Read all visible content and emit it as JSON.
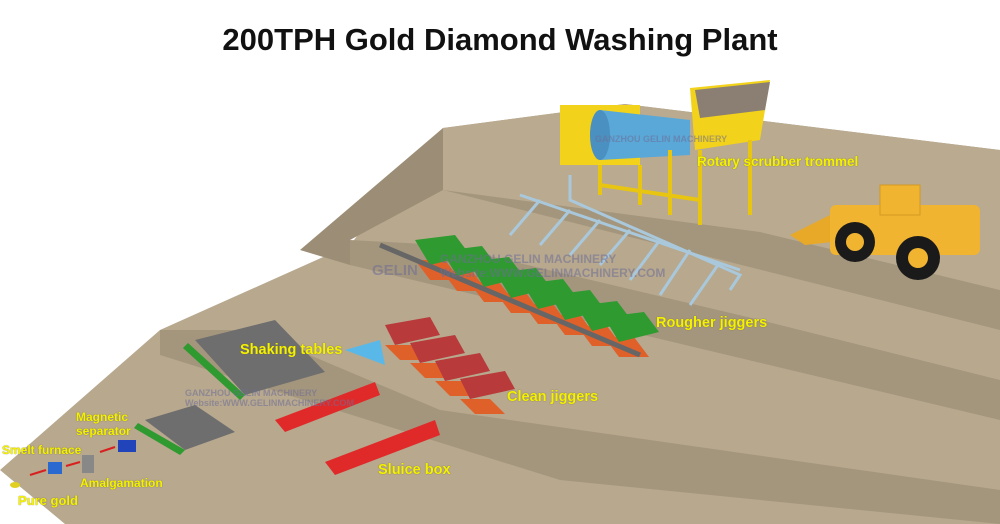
{
  "title": "200TPH Gold Diamond Washing Plant",
  "labels": {
    "trommel": "Rotary scrubber trommel",
    "rougher": "Rougher jiggers",
    "shaking": "Shaking tables",
    "clean": "Clean jiggers",
    "sluice": "Sluice box",
    "magnetic_1": "Magnetic",
    "magnetic_2": "separator",
    "smelt": "Smelt furnace",
    "amalgamation": "Amalgamation",
    "pure_gold": "Pure gold"
  },
  "watermark": {
    "company": "GANZHOU GELIN MACHINERY",
    "website": "Website:WWW.GELINMACHINERY.COM",
    "logo": "GELIN"
  },
  "colors": {
    "label": "#f4f200",
    "terrain_top": "#b7a88e",
    "terrain_face": "#a4967d",
    "jigger": "#2f9a2f",
    "sluice": "#e02a2a",
    "trommel_frame": "#f2d21a",
    "trommel_drum": "#5aa8d8",
    "loader": "#f0b430",
    "pipe": "#a9c8dc"
  }
}
